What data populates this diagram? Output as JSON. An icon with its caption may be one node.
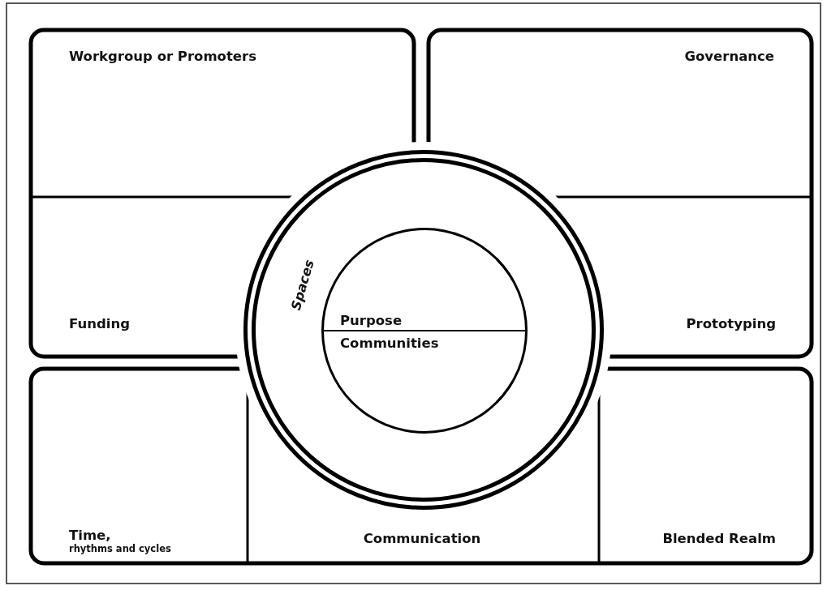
{
  "diagram": {
    "nodes": [
      {
        "text": [
          "Workgroup or Promoters"
        ]
      },
      {
        "text": [
          "Governance"
        ]
      },
      {
        "text": [
          "Funding"
        ]
      },
      {
        "text": [
          "Prototyping"
        ]
      },
      {
        "text": [
          "Spaces"
        ]
      },
      {
        "text": [
          "Purpose"
        ],
        "in": 4
      },
      {
        "text": [
          "Communities"
        ],
        "in": 4
      },
      {
        "text": [
          "Time,",
          "rhythms and cycles"
        ]
      },
      {
        "text": [
          "Communication"
        ]
      },
      {
        "text": [
          "Blended Realm"
        ]
      }
    ],
    "edges": []
  }
}
